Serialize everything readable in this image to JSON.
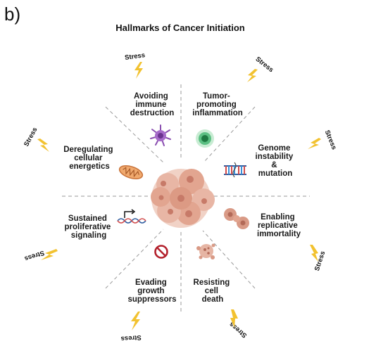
{
  "panel_label": "b)",
  "title": "Hallmarks of Cancer Initiation",
  "hallmarks": {
    "avoiding_immune_destruction": [
      "Avoiding",
      "immune",
      "destruction"
    ],
    "tumor_promoting_inflammation": [
      "Tumor-",
      "promoting",
      "inflammation"
    ],
    "genome_instability": [
      "Genome",
      "instability",
      "&",
      "mutation"
    ],
    "replicative_immortality": [
      "Enabling",
      "replicative",
      "immortality"
    ],
    "resisting_cell_death": [
      "Resisting",
      "cell",
      "death"
    ],
    "evading_growth_suppressors": [
      "Evading",
      "growth",
      "suppressors"
    ],
    "sustained_proliferative_signaling": [
      "Sustained",
      "proliferative",
      "signaling"
    ],
    "deregulating_cellular_energetics": [
      "Deregulating",
      "cellular",
      "energetics"
    ]
  },
  "stress_label": "Stress",
  "icons": {
    "stress": "lightning-bolt-icon",
    "immune": "immune-cell-icon",
    "inflammation": "inflamed-cell-icon",
    "genome": "dna-mutation-icon",
    "immortality": "dividing-cell-icon",
    "cell_death": "apoptotic-cell-icon",
    "growth_suppressors": "prohibition-icon",
    "proliferative": "dna-promoter-icon",
    "energetics": "mitochondrion-icon",
    "center": "tumor-mass-icon"
  },
  "colors": {
    "bolt": "#f2c230",
    "tumor": "#e2a590",
    "tumor_nucleus": "#c77a68",
    "immune_cell": "#8a4fb0",
    "inflammation": "#2f9d5a",
    "mitochondrion": "#e08c57",
    "prohibition": "#b3202c"
  }
}
